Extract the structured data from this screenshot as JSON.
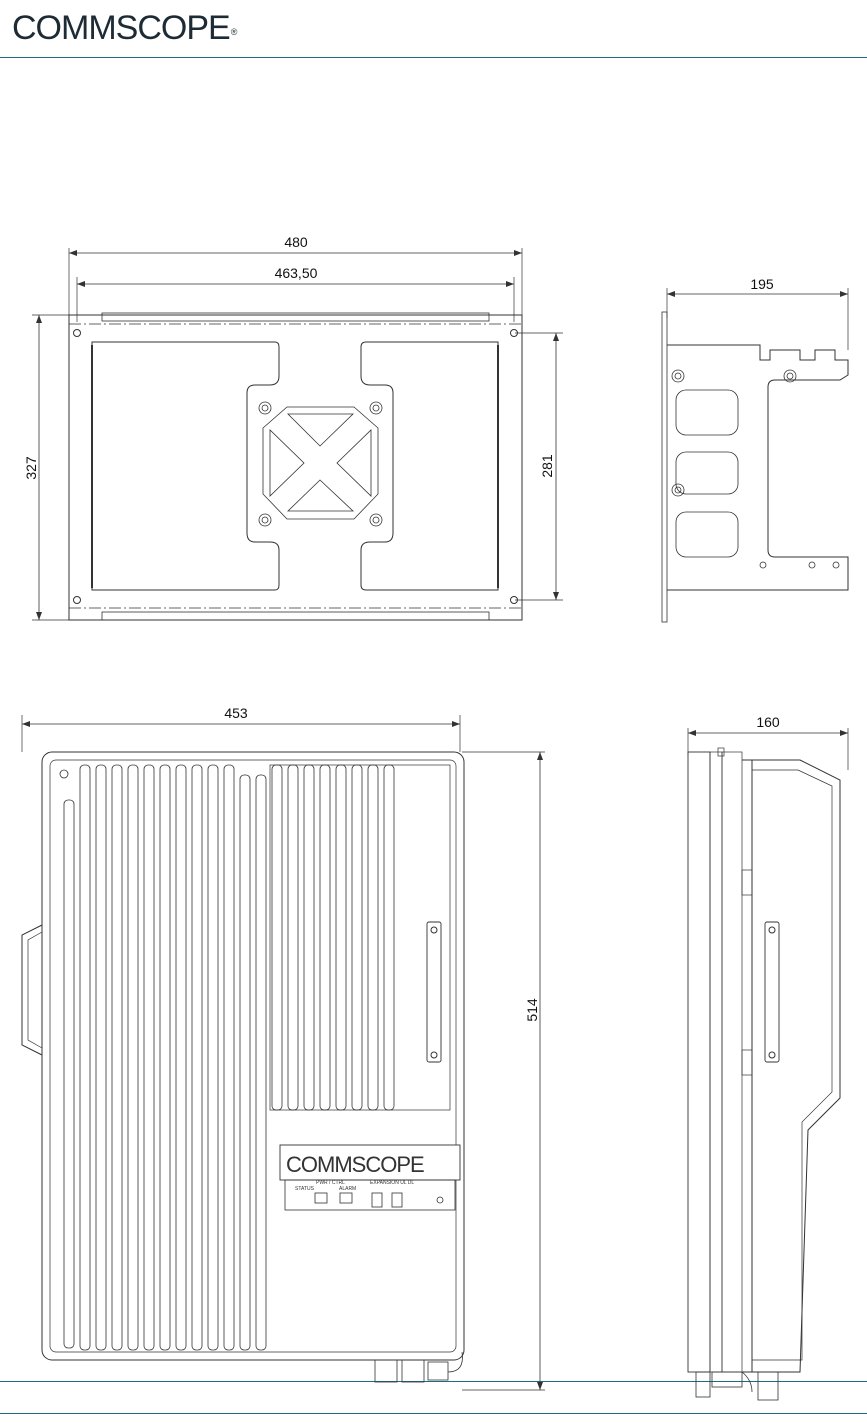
{
  "header": {
    "logo_text": "COMMSCOPE",
    "logo_reg": "®",
    "accent_color": "#1a6e84",
    "logo_o_color": "#2f86c6"
  },
  "drawing": {
    "top_front": {
      "width_outer": "480",
      "width_inner": "463,50",
      "height_outer": "327",
      "height_inner": "281"
    },
    "top_side": {
      "depth": "195"
    },
    "bottom_front": {
      "width": "453",
      "height": "514",
      "panel_logo": "COMMSCOPE",
      "port_labels": [
        "STATUS",
        "PWR / CTRL",
        "ALARM",
        "EXPANSION UL DL"
      ]
    },
    "bottom_side": {
      "depth": "160"
    }
  }
}
